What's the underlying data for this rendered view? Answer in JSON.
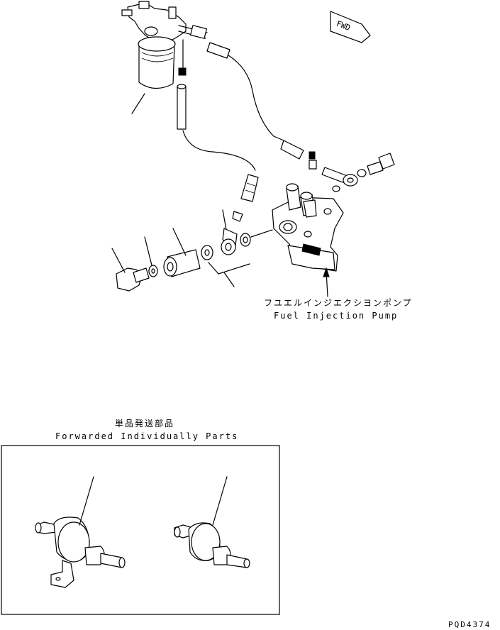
{
  "direction_badge": "FWD",
  "pump_label_jp": "フユエルインジエクシヨンポンプ",
  "pump_label_en": "Fuel Injection Pump",
  "forwarded_label_jp": "単品発送部品",
  "forwarded_label_en": "Forwarded Individually Parts",
  "drawing_number": "PQD4374"
}
